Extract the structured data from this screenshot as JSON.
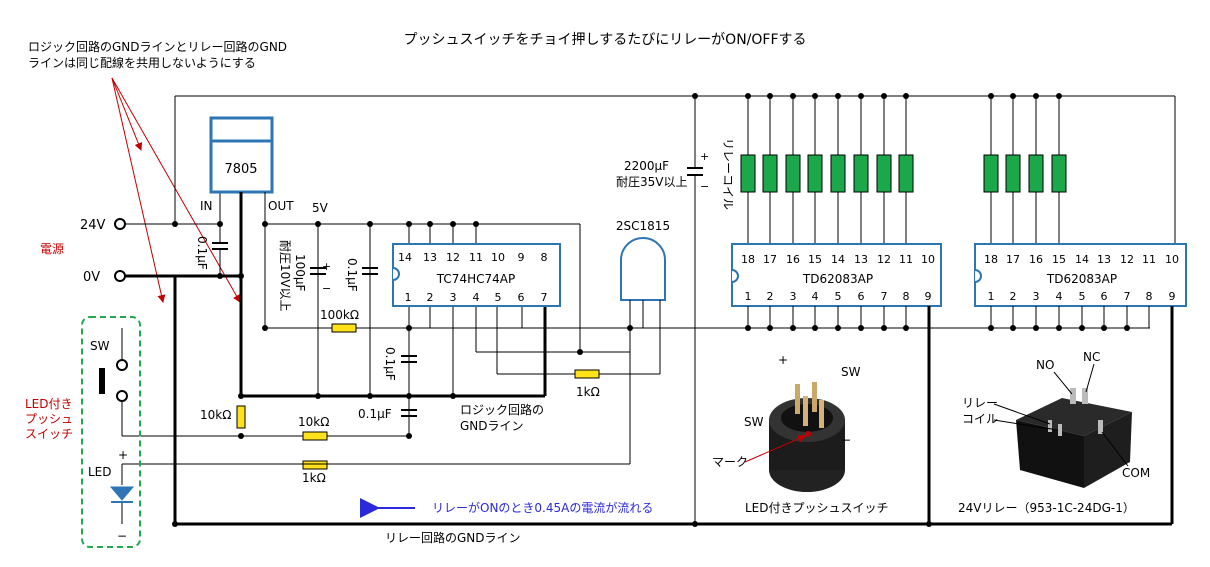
{
  "title": "プッシュスイッチをチョイ押しするたびにリレーがON/OFFする",
  "note": [
    "ロジック回路のGNDラインとリレー回路のGND",
    "ラインは同じ配線を共用しないようにする"
  ],
  "power": {
    "v24": "24V",
    "v0": "0V",
    "label": "電源"
  },
  "regulator": {
    "name": "7805",
    "in": "IN",
    "out": "OUT",
    "v5": "5V"
  },
  "caps": {
    "c_in": "0.1μF",
    "c_100": [
      "100μF",
      "耐圧10V以上"
    ],
    "c_01a": "0.1μF",
    "c_01b": "0.1μF",
    "c_01c": "0.1μF",
    "c_2200": [
      "2200μF",
      "耐圧35V以上"
    ]
  },
  "ic_74": {
    "name": "TC74HC74AP",
    "top_pins": [
      "14",
      "13",
      "12",
      "11",
      "10",
      "9",
      "8"
    ],
    "bottom_pins": [
      "1",
      "2",
      "3",
      "4",
      "5",
      "6",
      "7"
    ]
  },
  "transistor": "2SC1815",
  "resistors": {
    "r100k": "100kΩ",
    "r10k_v": "10kΩ",
    "r10k_h": "10kΩ",
    "r1k_a": "1kΩ",
    "r1k_b": "1kΩ"
  },
  "logic_gnd": [
    "ロジック回路の",
    "GNDライン"
  ],
  "relay_coil": "リレーコイル",
  "drivers": [
    {
      "name": "TD62083AP",
      "top_pins": [
        "18",
        "17",
        "16",
        "15",
        "14",
        "13",
        "12",
        "11",
        "10"
      ],
      "bottom_pins": [
        "1",
        "2",
        "3",
        "4",
        "5",
        "6",
        "7",
        "8",
        "9"
      ]
    },
    {
      "name": "TD62083AP",
      "top_pins": [
        "18",
        "17",
        "16",
        "15",
        "14",
        "13",
        "12",
        "11",
        "10"
      ],
      "bottom_pins": [
        "1",
        "2",
        "3",
        "4",
        "5",
        "6",
        "7",
        "8",
        "9"
      ]
    }
  ],
  "switch": {
    "sw": "SW",
    "led": "LED",
    "plus": "+",
    "minus": "−",
    "label": [
      "LED付き",
      "プッシュ",
      "スイッチ"
    ]
  },
  "current_note": "リレーがONのとき0.45Aの電流が流れる",
  "relay_gnd": "リレー回路のGNDライン",
  "photo_switch": {
    "caption": "LED付きプッシュスイッチ",
    "plus": "+",
    "minus": "−",
    "sw1": "SW",
    "sw2": "SW",
    "mark": "マーク"
  },
  "photo_relay": {
    "caption": "24Vリレー（953-1C-24DG-1）",
    "no": "NO",
    "nc": "NC",
    "coil": [
      "リレー",
      "コイル"
    ],
    "com": "COM"
  },
  "colors": {
    "coil": "#1aa84a",
    "resistor": "#ffe21a",
    "chip": "#2e75b6",
    "dash": "#23a84e",
    "red": "#c00000",
    "blue": "#2a2adb"
  }
}
